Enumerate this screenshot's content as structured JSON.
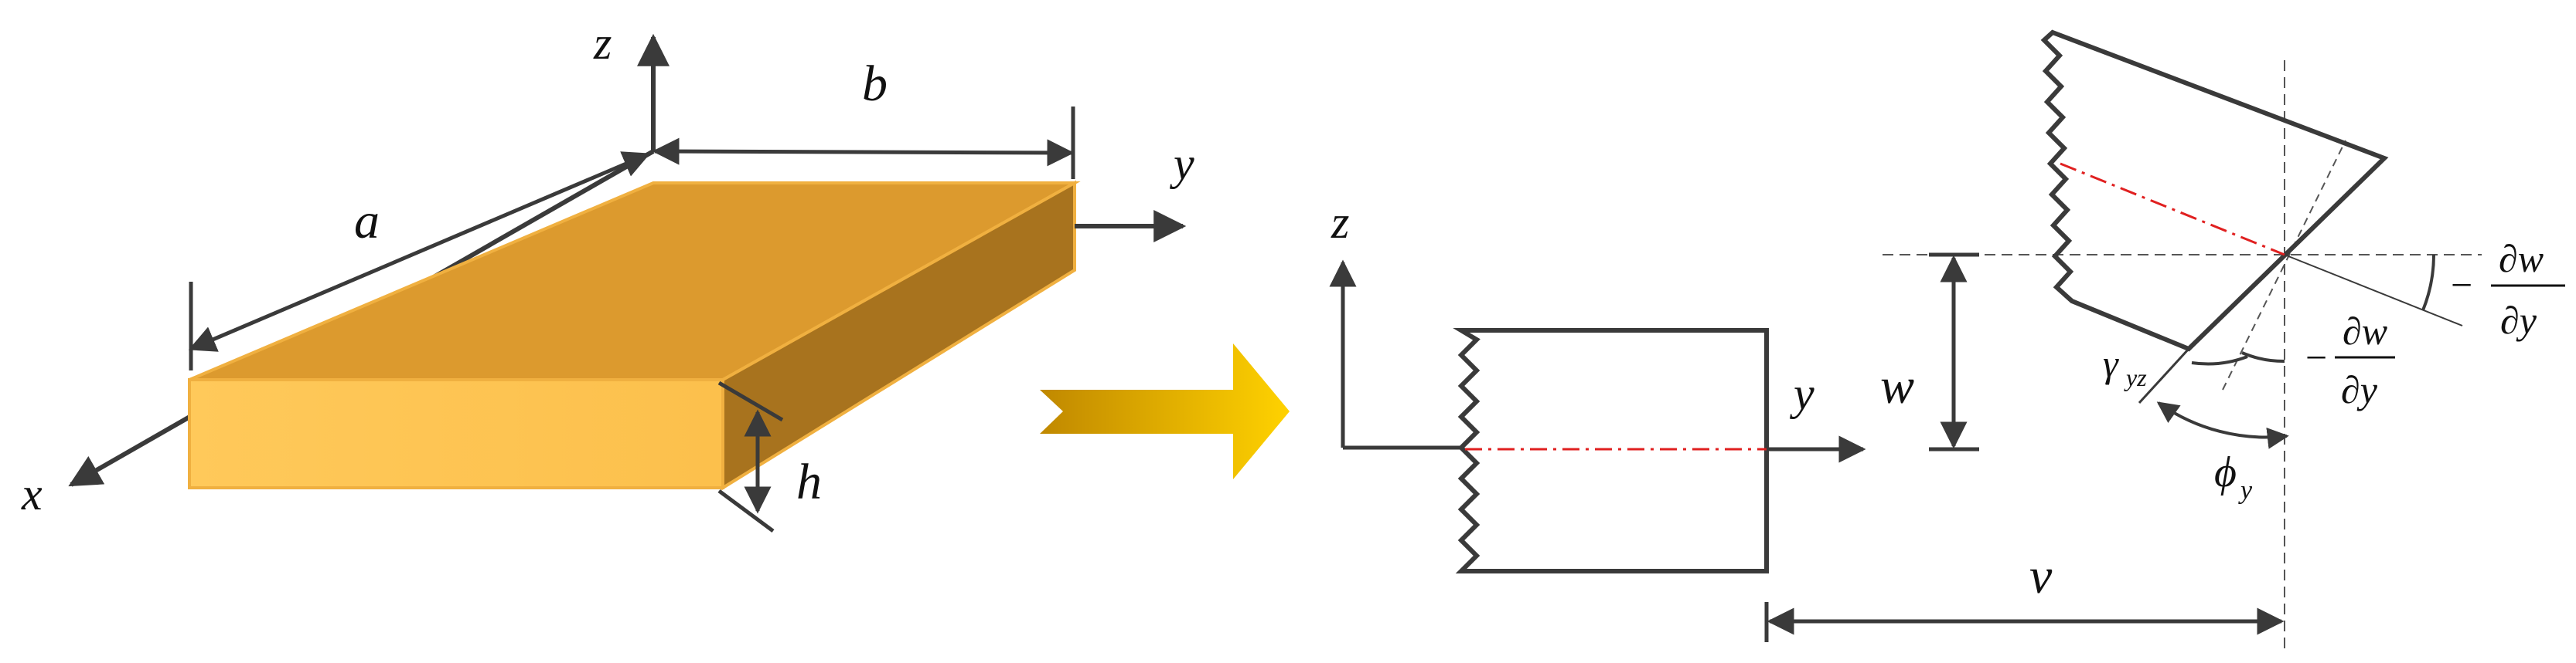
{
  "left_figure": {
    "axis_labels": {
      "x": "x",
      "y": "y",
      "z": "z"
    },
    "dimension_labels": {
      "length": "a",
      "width": "b",
      "thickness": "h"
    },
    "colors": {
      "top": "#DC9A2E",
      "side": "#A8731E",
      "front": "#FDC75C",
      "edge": "#F0B040"
    }
  },
  "transition_arrow": {
    "gradient_start": "#C08800",
    "gradient_end": "#FFD200"
  },
  "middle_figure": {
    "axis_labels": {
      "y": "y",
      "z": "z"
    },
    "midline_color": "#E02020"
  },
  "right_figure": {
    "deflection_label": "w",
    "displacement_label": "v",
    "shear_angle_label": "γ",
    "shear_angle_subscript": "yz",
    "rotation_label": "ϕ",
    "rotation_subscript": "y",
    "slope_numerator": "∂w",
    "slope_denominator": "∂y",
    "minus_sign": "−"
  },
  "line_color": "#3A3A3A"
}
